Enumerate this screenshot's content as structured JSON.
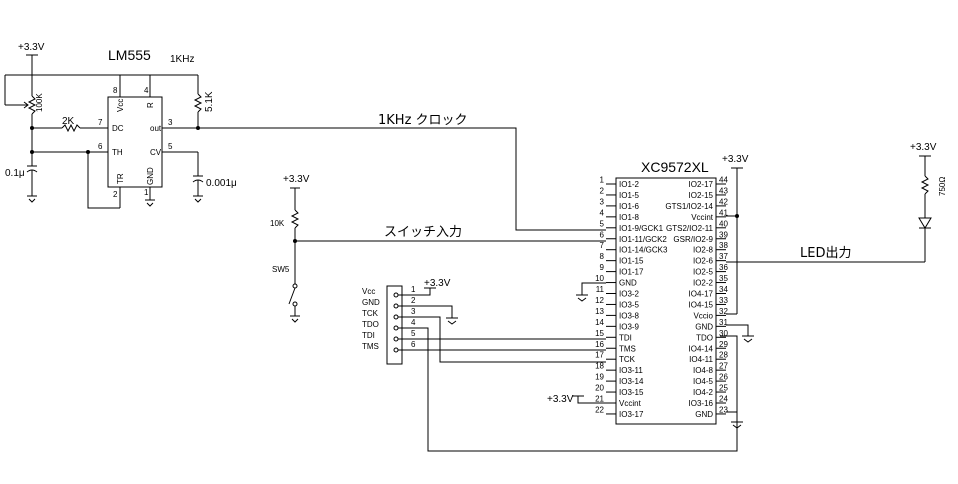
{
  "timer": {
    "name": "LM555",
    "freq": "1KHz",
    "pins": {
      "vcc": "Vcc",
      "r": "R",
      "dc": "DC",
      "th": "TH",
      "out": "out",
      "cv": "CV",
      "tr": "TR",
      "gnd": "GND"
    },
    "pin_numbers": {
      "vcc": "8",
      "r": "4",
      "dc": "7",
      "th": "6",
      "out": "3",
      "cv": "5",
      "tr": "2",
      "gnd": "1"
    }
  },
  "components": {
    "pot": "100K",
    "r_dc": "2K",
    "r_pullup_out": "5.1K",
    "cap_timing": "0.1μ",
    "cap_cv": "0.001μ",
    "r_switch": "10K",
    "switch": "SW5",
    "r_led": "750Ω"
  },
  "power": {
    "v1": "+3.3V",
    "v2": "+3.3V",
    "v3": "+3.3V",
    "v4": "+3.3V",
    "v5": "+3.3V",
    "v6": "+3.3V"
  },
  "nets": {
    "clock": "1KHz  クロック",
    "switch": "スイッチ入力",
    "led": "LED出力"
  },
  "cpld": {
    "name": "XC9572XL",
    "left_pins": [
      {
        "n": "1",
        "name": "IO1-2"
      },
      {
        "n": "2",
        "name": "IO1-5"
      },
      {
        "n": "3",
        "name": "IO1-6"
      },
      {
        "n": "4",
        "name": "IO1-8"
      },
      {
        "n": "5",
        "name": "IO1-9/GCK1"
      },
      {
        "n": "6",
        "name": "IO1-11/GCK2"
      },
      {
        "n": "7",
        "name": "IO1-14/GCK3"
      },
      {
        "n": "8",
        "name": "IO1-15"
      },
      {
        "n": "9",
        "name": "IO1-17"
      },
      {
        "n": "10",
        "name": "GND"
      },
      {
        "n": "11",
        "name": "IO3-2"
      },
      {
        "n": "12",
        "name": "IO3-5"
      },
      {
        "n": "13",
        "name": "IO3-8"
      },
      {
        "n": "14",
        "name": "IO3-9"
      },
      {
        "n": "15",
        "name": "TDI"
      },
      {
        "n": "16",
        "name": "TMS"
      },
      {
        "n": "17",
        "name": "TCK"
      },
      {
        "n": "18",
        "name": "IO3-11"
      },
      {
        "n": "19",
        "name": "IO3-14"
      },
      {
        "n": "20",
        "name": "IO3-15"
      },
      {
        "n": "21",
        "name": "Vccint"
      },
      {
        "n": "22",
        "name": "IO3-17"
      }
    ],
    "right_pins": [
      {
        "n": "44",
        "name": "IO2-17"
      },
      {
        "n": "43",
        "name": "IO2-15"
      },
      {
        "n": "42",
        "name": "GTS1/IO2-14"
      },
      {
        "n": "41",
        "name": "Vccint"
      },
      {
        "n": "40",
        "name": "GTS2/IO2-11"
      },
      {
        "n": "39",
        "name": "GSR/IO2-9"
      },
      {
        "n": "38",
        "name": "IO2-8"
      },
      {
        "n": "37",
        "name": "IO2-6"
      },
      {
        "n": "36",
        "name": "IO2-5"
      },
      {
        "n": "35",
        "name": "IO2-2"
      },
      {
        "n": "34",
        "name": "IO4-17"
      },
      {
        "n": "33",
        "name": "IO4-15"
      },
      {
        "n": "32",
        "name": "Vccio"
      },
      {
        "n": "31",
        "name": "GND"
      },
      {
        "n": "30",
        "name": "TDO"
      },
      {
        "n": "29",
        "name": "IO4-14"
      },
      {
        "n": "28",
        "name": "IO4-11"
      },
      {
        "n": "27",
        "name": "IO4-8"
      },
      {
        "n": "26",
        "name": "IO4-5"
      },
      {
        "n": "25",
        "name": "IO4-2"
      },
      {
        "n": "24",
        "name": "IO3-16"
      },
      {
        "n": "23",
        "name": "GND"
      }
    ]
  },
  "jtag": {
    "labels": [
      "Vcc",
      "GND",
      "TCK",
      "TDO",
      "TDI",
      "TMS"
    ],
    "numbers": [
      "1",
      "2",
      "3",
      "4",
      "5",
      "6"
    ]
  }
}
